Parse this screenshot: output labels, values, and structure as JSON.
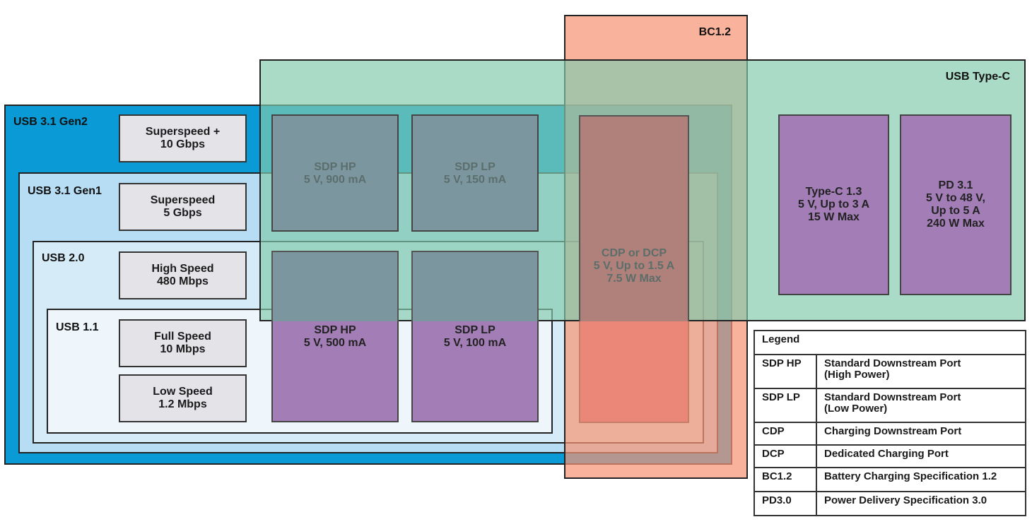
{
  "regions": {
    "gen2": "USB 3.1 Gen2",
    "gen1": "USB 3.1 Gen1",
    "usb20": "USB 2.0",
    "usb11": "USB 1.1",
    "bc12": "BC1.2",
    "typec": "USB Type-C"
  },
  "speeds": {
    "superspeed_plus": {
      "line1": "Superspeed +",
      "line2": "10 Gbps"
    },
    "superspeed": {
      "line1": "Superspeed",
      "line2": "5 Gbps"
    },
    "high_speed": {
      "line1": "High Speed",
      "line2": "480 Mbps"
    },
    "full_speed": {
      "line1": "Full Speed",
      "line2": "10 Mbps"
    },
    "low_speed": {
      "line1": "Low Speed",
      "line2": "1.2 Mbps"
    }
  },
  "ports": {
    "sdp_hp_900": {
      "line1": "SDP HP",
      "line2": "5 V, 900 mA"
    },
    "sdp_lp_150": {
      "line1": "SDP LP",
      "line2": "5 V, 150 mA"
    },
    "sdp_hp_500": {
      "line1": "SDP HP",
      "line2": "5 V, 500 mA"
    },
    "sdp_lp_100": {
      "line1": "SDP LP",
      "line2": "5 V, 100 mA"
    },
    "cdp_dcp": {
      "line1": "CDP or DCP",
      "line2": "5 V, Up to 1.5 A",
      "line3": "7.5 W Max"
    },
    "typec13": {
      "line1": "Type-C 1.3",
      "line2": "5 V, Up to 3 A",
      "line3": "15 W Max"
    },
    "pd31": {
      "line1": "PD 3.1",
      "line2": "5 V to 48 V,",
      "line3": "Up to 5 A",
      "line4": "240 W Max"
    }
  },
  "legend": {
    "title": "Legend",
    "rows": [
      {
        "key": "SDP HP",
        "line1": "Standard Downstream Port",
        "line2": "(High Power)"
      },
      {
        "key": "SDP LP",
        "line1": "Standard Downstream Port",
        "line2": "(Low Power)"
      },
      {
        "key": "CDP",
        "line1": "Charging Downstream Port",
        "line2": ""
      },
      {
        "key": "DCP",
        "line1": "Dedicated Charging Port",
        "line2": ""
      },
      {
        "key": "BC1.2",
        "line1": "Battery Charging Specification 1.2",
        "line2": ""
      },
      {
        "key": "PD3.0",
        "line1": "Power Delivery Specification 3.0",
        "line2": ""
      }
    ]
  },
  "colors": {
    "gen2": "#0a9ad6",
    "gen1": "#b7ddf4",
    "usb20": "#d5ebf8",
    "usb11": "#eef6fc",
    "purple": "#a27db6",
    "gray": "#e3e3e8",
    "bc12": "#f6a98e",
    "typec": "#94d2b6"
  }
}
